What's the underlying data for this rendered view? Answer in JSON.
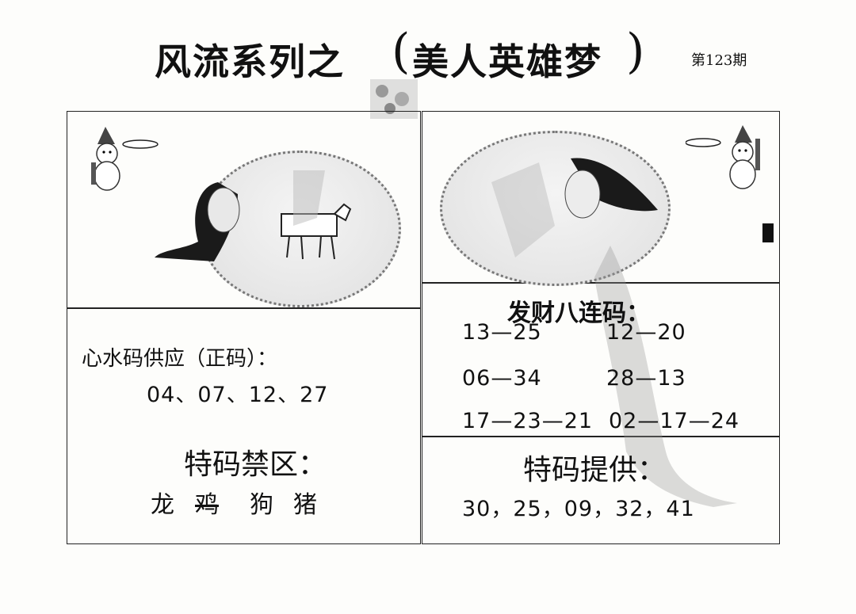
{
  "header": {
    "series_title": "风流系列之",
    "paren_open": "(",
    "subtitle": "美人英雄梦",
    "paren_close": ")",
    "issue": "第123期"
  },
  "left": {
    "heart_water_label": "心水码供应（正码）：",
    "heart_water_numbers": "04、07、12、27",
    "forbidden_label": "特码禁区：",
    "forbidden_animals": [
      "龙",
      "鸡",
      "狗",
      "猪"
    ]
  },
  "right": {
    "fortune_label": "发财八连码：",
    "pairs": [
      [
        "13—25",
        "12—20"
      ],
      [
        "06—34",
        "28—13"
      ],
      [
        "17—23—21",
        "02—17—24"
      ]
    ],
    "special_label": "特码提供：",
    "special_numbers": "30，25，09，32，41"
  }
}
